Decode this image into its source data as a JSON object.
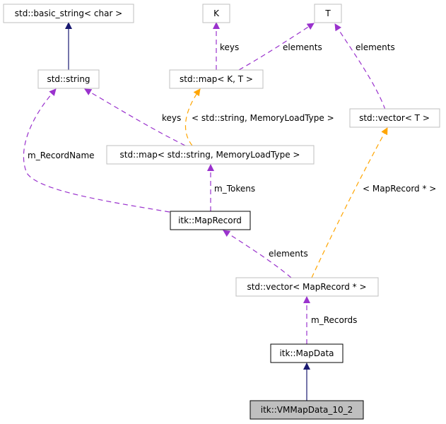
{
  "nodes": {
    "basic_string": "std::basic_string< char >",
    "k": "K",
    "t": "T",
    "string": "std::string",
    "map_kt": "std::map< K, T >",
    "vector_t": "std::vector< T >",
    "map_string_mlt": "std::map< std::string, MemoryLoadType >",
    "map_record": "itk::MapRecord",
    "vector_maprecord": "std::vector< MapRecord * >",
    "map_data": "itk::MapData",
    "vm_map_data": "itk::VMMapData_10_2"
  },
  "edge_labels": {
    "keys_k": "keys",
    "elements_t_map": "elements",
    "elements_t_vector": "elements",
    "tmpl_map": "< std::string, MemoryLoadType >",
    "keys_string": "keys",
    "m_record_name": "m_RecordName",
    "m_tokens": "m_Tokens",
    "tmpl_vector": "< MapRecord * >",
    "elements_maprecord": "elements",
    "m_records": "m_Records"
  },
  "colors": {
    "inheritance": "#191970",
    "usage": "#9a32cd",
    "template": "#ffa500",
    "node_border": "#bfbfbf",
    "focus_fill": "#bfbfbf"
  }
}
